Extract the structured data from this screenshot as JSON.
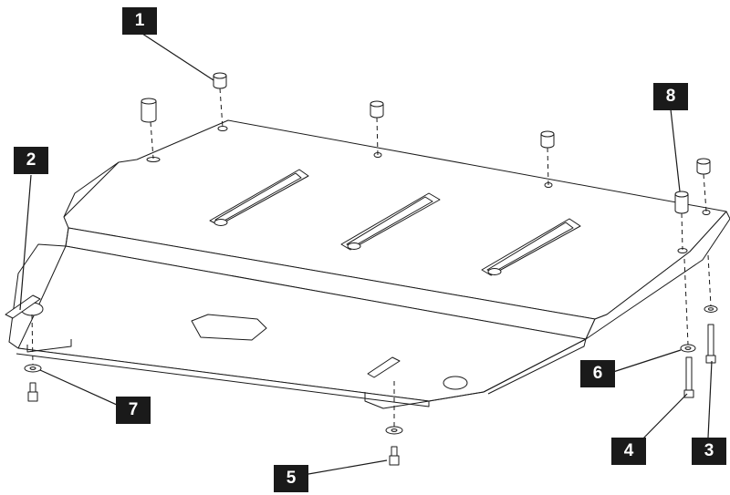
{
  "callouts": [
    "1",
    "2",
    "3",
    "4",
    "5",
    "6",
    "7",
    "8"
  ],
  "colors": {
    "line": "#1a1a1a",
    "fill": "#ffffff",
    "label_bg": "#1a1a1a",
    "label_text": "#ffffff"
  },
  "parts": {
    "plate": "skid-plate",
    "spacers": "bushing",
    "bolts": "bolt",
    "washers": "washer",
    "brackets": "bracket"
  }
}
